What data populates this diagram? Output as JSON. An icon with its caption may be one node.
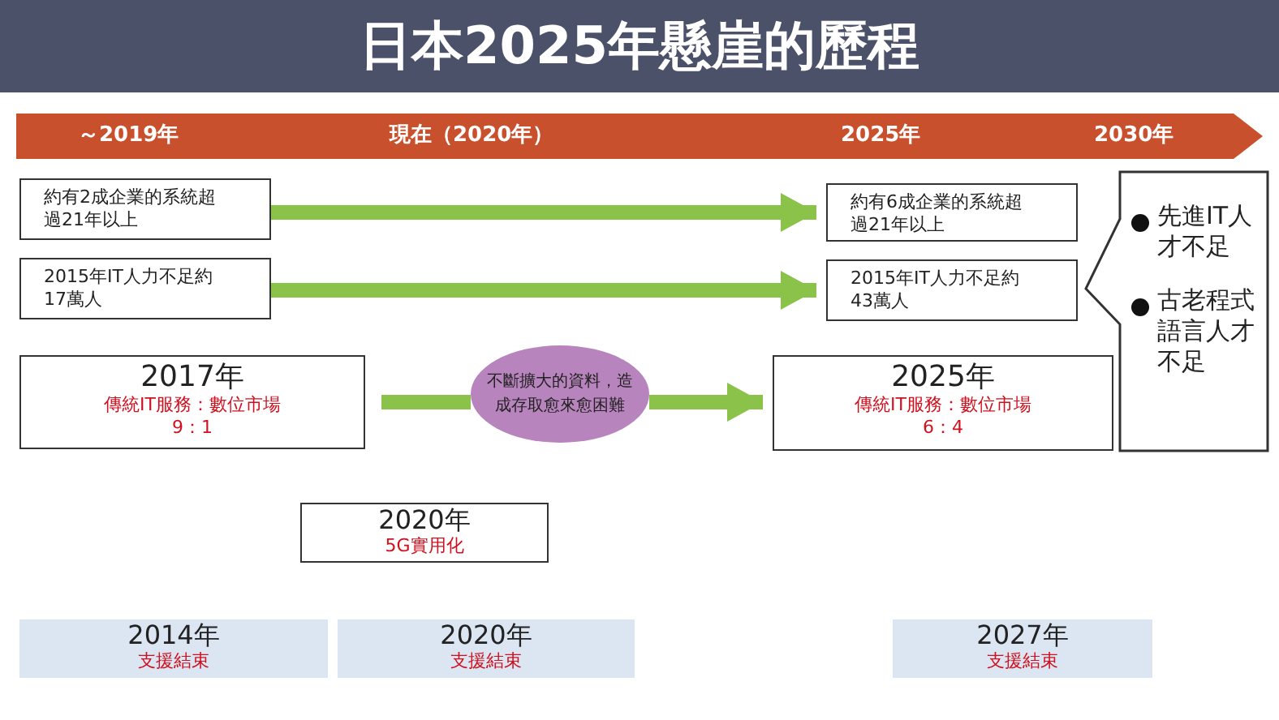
{
  "diagram": {
    "title": "日本2025年懸崖的歷程",
    "nodes": [
      {
        "text": [
          "～2019年",
          "現在（2020年）",
          "2025年",
          "2030年"
        ]
      },
      {
        "text": [
          "約有2成企業的系統超過21年以上"
        ]
      },
      {
        "text": [
          "約有6成企業的系統超過21年以上"
        ]
      },
      {
        "text": [
          "2015年IT人力不足約17萬人"
        ]
      },
      {
        "text": [
          "2015年IT人力不足約43萬人"
        ]
      },
      {
        "text": [
          "先進IT人才不足",
          "古老程式語言人才不足"
        ]
      },
      {
        "text": [
          "2017年",
          "傳統IT服務：數位市場",
          "9：1"
        ]
      },
      {
        "text": [
          "不斷擴大的資料，造成存取愈來愈困難"
        ]
      },
      {
        "text": [
          "2025年",
          "傳統IT服務：數位市場",
          "6：4"
        ]
      },
      {
        "text": [
          "2020年",
          "5G實用化"
        ]
      },
      {
        "text": [
          "2014年",
          "支援結束"
        ]
      },
      {
        "text": [
          "2020年",
          "支援結束"
        ]
      },
      {
        "text": [
          "2027年",
          "支援結束"
        ]
      }
    ],
    "edges": [
      {
        "from": 1,
        "to": 2,
        "arrow": "to"
      },
      {
        "from": 3,
        "to": 4,
        "arrow": "to"
      },
      {
        "from": 6,
        "to": 7,
        "arrow": "none"
      },
      {
        "from": 7,
        "to": 8,
        "arrow": "to"
      }
    ]
  }
}
